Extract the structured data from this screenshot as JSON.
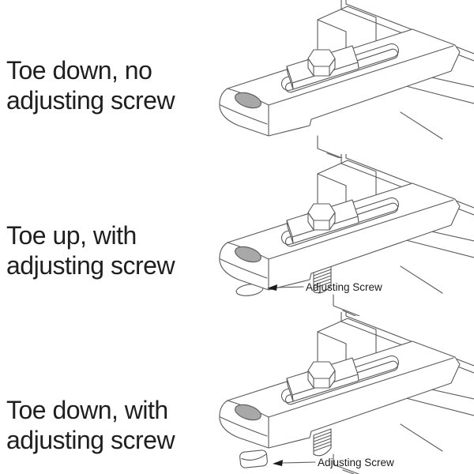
{
  "figures": [
    {
      "caption": "Toe down, no\nadjusting screw",
      "callout": ""
    },
    {
      "caption": "Toe up, with\nadjusting screw",
      "callout": "Adjusting Screw"
    },
    {
      "caption": "Toe down, with\nadjusting screw",
      "callout": "Adjusting Screw"
    }
  ],
  "colors": {
    "background": "#ffffff",
    "line": "#5a5a5a",
    "caption_text": "#1f1f1f",
    "callout_text": "#1c1c1c",
    "hole_fill": "#a8a8a8"
  }
}
